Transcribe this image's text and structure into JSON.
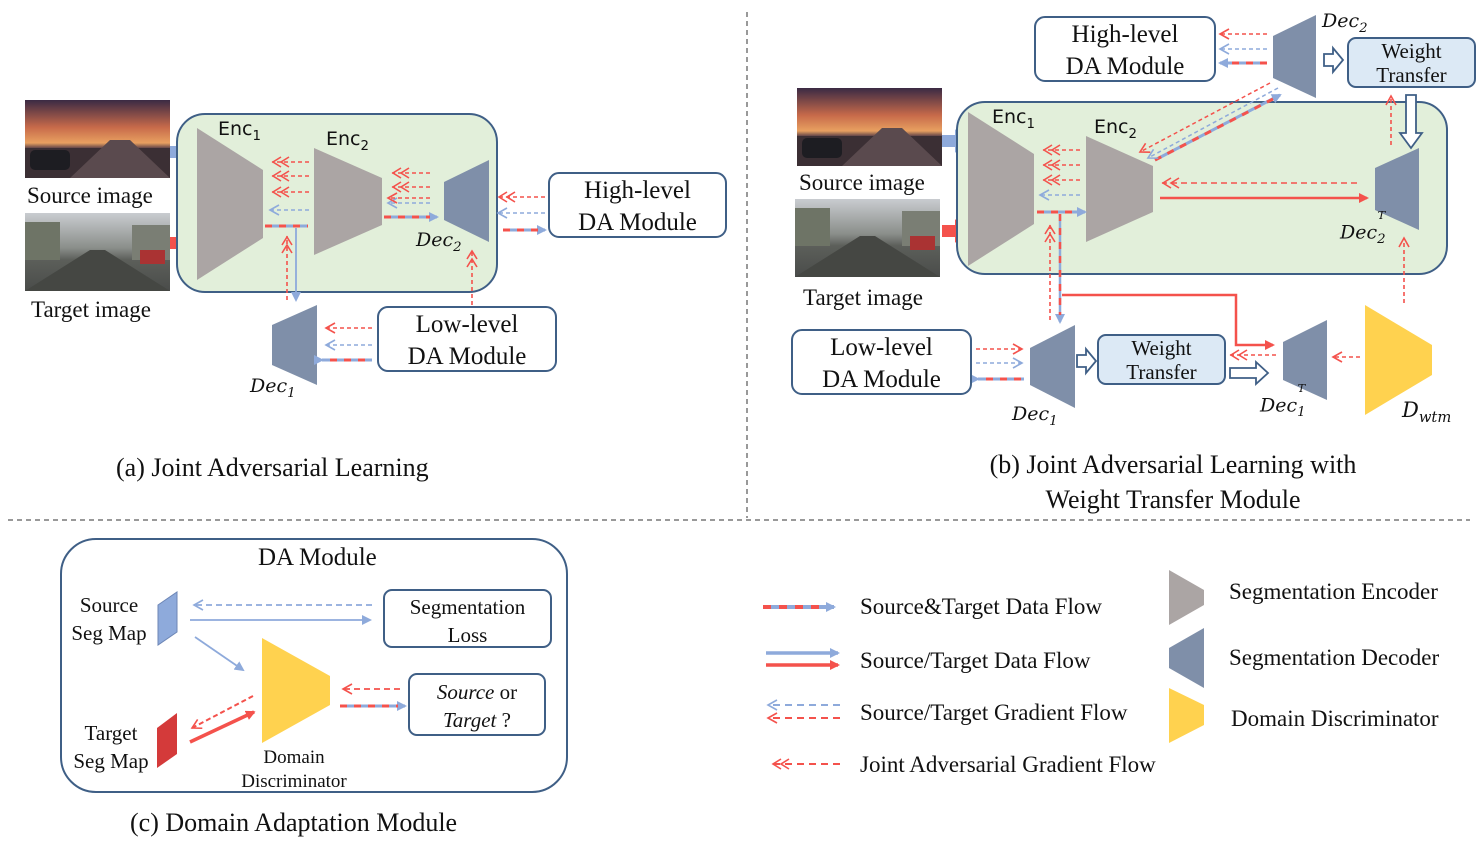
{
  "colors": {
    "container_fill": "#e2efda",
    "container_stroke": "#3f5f86",
    "module_stroke": "#3f5f86",
    "wt_fill": "#dce9f5",
    "encoder": "#aba5a4",
    "decoder": "#7f8fa9",
    "discriminator": "#ffd24f",
    "source_flow": "#8eaadb",
    "target_flow": "#f4524c",
    "target_seg": "#d43a3a"
  },
  "images": {
    "source_label": "Source image",
    "target_label": "Target image"
  },
  "panel_a": {
    "enc1": {
      "base": "Enc",
      "sub": "1"
    },
    "enc2": {
      "base": "Enc",
      "sub": "2"
    },
    "dec1": {
      "base": "Dec",
      "sub": "1"
    },
    "dec2": {
      "base": "Dec",
      "sub": "2"
    },
    "high_da": {
      "line1": "High-level",
      "line2": "DA Module"
    },
    "low_da": {
      "line1": "Low-level",
      "line2": "DA Module"
    },
    "caption": "(a) Joint Adversarial Learning"
  },
  "panel_b": {
    "enc1": {
      "base": "Enc",
      "sub": "1"
    },
    "enc2": {
      "base": "Enc",
      "sub": "2"
    },
    "dec1": {
      "base": "Dec",
      "sub": "1"
    },
    "dec2": {
      "base": "Dec",
      "sub": "2"
    },
    "dec2t": {
      "base": "Dec",
      "sub": "2",
      "sup": "T"
    },
    "dec1t": {
      "base": "Dec",
      "sub": "1",
      "sup": "T"
    },
    "dwtm": {
      "base": "D",
      "sub": "wtm"
    },
    "high_da": {
      "line1": "High-level",
      "line2": "DA Module"
    },
    "low_da": {
      "line1": "Low-level",
      "line2": "DA Module"
    },
    "wt_top": {
      "line1": "Weight",
      "line2": "Transfer"
    },
    "wt_bottom": {
      "line1": "Weight",
      "line2": "Transfer"
    },
    "caption_line1": "(b) Joint Adversarial Learning with",
    "caption_line2": "Weight Transfer Module"
  },
  "panel_c": {
    "title": "DA Module",
    "source_seg": {
      "line1": "Source",
      "line2": "Seg Map"
    },
    "target_seg": {
      "line1": "Target",
      "line2": "Seg Map"
    },
    "seg_loss": {
      "line1": "Segmentation",
      "line2": "Loss"
    },
    "output": {
      "source": "Source",
      "or": " or",
      "target": "Target",
      "q": " ?"
    },
    "discriminator": {
      "line1": "Domain",
      "line2": "Discriminator"
    },
    "caption": "(c) Domain Adaptation Module"
  },
  "legend": {
    "items": [
      "Source&Target Data Flow",
      "Source/Target Data Flow",
      "Source/Target Gradient Flow",
      "Joint Adversarial Gradient Flow"
    ],
    "shapes": [
      "Segmentation Encoder",
      "Segmentation Decoder",
      "Domain Discriminator"
    ]
  }
}
